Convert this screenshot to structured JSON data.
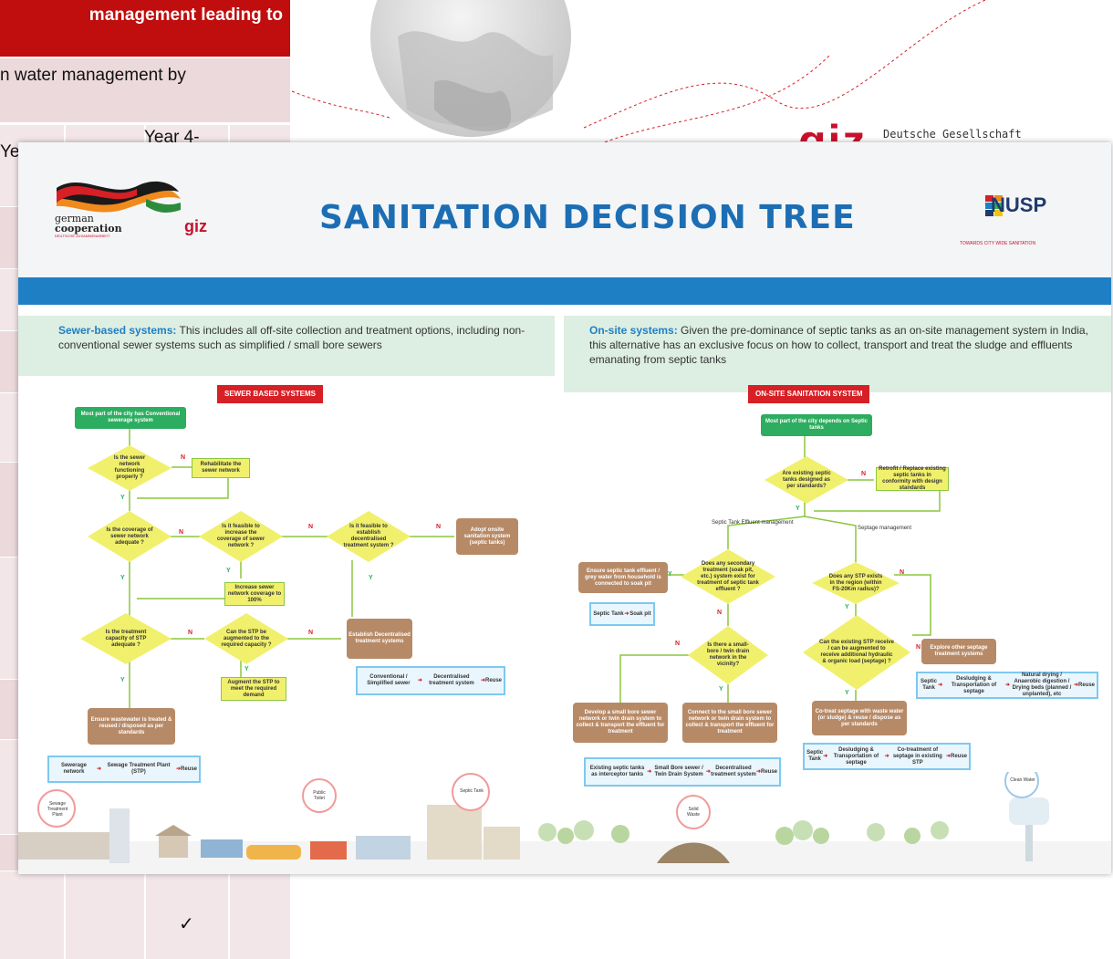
{
  "background_doc": {
    "banner_text": "management leading to",
    "subrow_text": "n water management by",
    "year_label": "Year 4-",
    "ye_label": "Ye",
    "check": "✓",
    "giz_logo": "giz",
    "giz_name": "Deutsche Gesellschaft"
  },
  "poster": {
    "title": "SANITATION DECISION TREE",
    "german_coop_1": "german",
    "german_coop_2": "cooperation",
    "german_coop_3": "DEUTSCHE ZUSAMMENARBEIT",
    "giz": "giz",
    "nusp": "NUSP",
    "nusp_tag": "TOWARDS CITY WIDE SANITATION",
    "sewer_intro_bold": "Sewer-based systems:",
    "sewer_intro": " This includes all off-site collection and treatment options, including non-conventional sewer systems such as simplified / small bore sewers",
    "onsite_intro_bold": "On-site systems:",
    "onsite_intro": " Given the pre-dominance of septic tanks as an on-site management system in India, this alternative has an exclusive focus on how to collect, transport and treat the sludge and effluents emanating from septic tanks",
    "sewer_label": "SEWER BASED SYSTEMS",
    "onsite_label": "ON-SITE SANITATION SYSTEM",
    "sewer": {
      "start": "Most part of the city has Conventional sewerage system",
      "d1": "Is the sewer network functioning properly ?",
      "rehab": "Rehabilitate the sewer network",
      "d2": "Is the coverage of sewer network adequate ?",
      "d3": "Is it feasible to increase the coverage of sewer network ?",
      "d4": "Is it feasible to establish decentralised treatment system ?",
      "adopt": "Adopt onsite sanitation system (septic tanks)",
      "increase": "Increase sewer network coverage to 100%",
      "d5": "Is the treatment capacity of STP adequate ?",
      "d6": "Can the STP be augmented to the required capacity ?",
      "establish": "Establish Decentralised treatment systems",
      "augment": "Augment the STP to meet the required demand",
      "ensure": "Ensure wastewater is treated & reused / disposed as per standards",
      "chain1": [
        "Sewerage network",
        "Sewage Treatment Plant (STP)",
        "Reuse"
      ],
      "chain2": [
        "Conventional / Simplified sewer",
        "Decentralised treatment system",
        "Reuse"
      ]
    },
    "onsite": {
      "start": "Most part of the city depends on Septic tanks",
      "d1": "Are existing septic tanks designed as per standards?",
      "retrofit": "Retrofit / Replace existing septic tanks in conformity with design standards",
      "effluent_label": "Septic Tank Effluent management",
      "septage_label": "Septage management",
      "d2": "Does any secondary treatment (soak pit, etc.) system exist for treatment of septic tank effluent ?",
      "ensure_soak": "Ensure septic tank effluent / grey water from household is connected to soak pit",
      "chain_soak": [
        "Septic Tank",
        "Soak pit"
      ],
      "d3": "Is there a small-bore / twin drain network in the vicinity?",
      "develop": "Develop a small bore sewer network or twin drain system to collect & transport the effluent for treatment",
      "connect": "Connect to the small bore sewer network or twin drain system to collect & transport the effluent for treatment",
      "chain_sb1": [
        "Existing septic tanks as interceptor tanks",
        "Small Bore sewer / Twin Drain System"
      ],
      "chain_sb2": [
        "Decentralised treatment system",
        "Reuse"
      ],
      "d4": "Does any STP exists in the region (within FS-20Km radius)?",
      "d5": "Can the existing STP receive / can be augmented to receive additional hydraulic & organic load (septage) ?",
      "explore": "Explore other septage treatment systems",
      "chain_explore": [
        "Septic Tank",
        "Desludging & Transportation of septage",
        "Natural drying / Anaerobic digestion / Drying beds (planned / unplanted), etc",
        "Reuse"
      ],
      "cotreat": "Co-treat septage with waste water (or sludge) & reuse / dispose as per standards",
      "chain_cotreat": [
        "Septic Tank",
        "Desludging & Transportation of septage",
        "Co-treatment of septage in existing STP",
        "Reuse"
      ]
    },
    "footer": {
      "stp": "Sewage Treatment Plant",
      "toilet": "Public Toilet",
      "septic": "Septic Tank",
      "solid": "Solid Waste",
      "clean": "Clean Water"
    },
    "labels": {
      "n": "N",
      "y": "Y"
    }
  }
}
